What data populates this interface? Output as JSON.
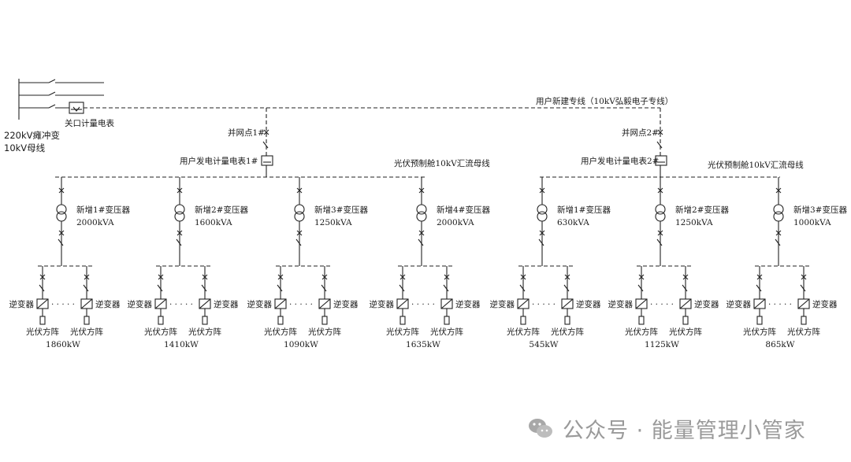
{
  "source_bus": {
    "line1": "220kV瘫冲变",
    "line2": "10kV母线"
  },
  "main_meter_label": "关口计量电表",
  "feeder_line_label": "用户新建专线（10kV弘毅电子专线）",
  "sections": [
    {
      "grid_point_label": "并网点1#",
      "meter_label": "用户发电计量电表1#",
      "busbar_label": "光伏预制舱10kV汇流母线",
      "transformers": [
        {
          "name": "新增1#变压器",
          "capacity": "2000kVA",
          "pv_capacity": "1860kW"
        },
        {
          "name": "新增2#变压器",
          "capacity": "1600kVA",
          "pv_capacity": "1410kW"
        },
        {
          "name": "新增3#变压器",
          "capacity": "1250kVA",
          "pv_capacity": "1090kW"
        },
        {
          "name": "新增4#变压器",
          "capacity": "2000kVA",
          "pv_capacity": "1635kW"
        }
      ]
    },
    {
      "grid_point_label": "并网点2#",
      "meter_label": "用户发电计量电表2#",
      "busbar_label": "光伏预制舱10kV汇流母线",
      "transformers": [
        {
          "name": "新增1#变压器",
          "capacity": "630kVA",
          "pv_capacity": "545kW"
        },
        {
          "name": "新增2#变压器",
          "capacity": "1250kVA",
          "pv_capacity": "1125kW"
        },
        {
          "name": "新增3#变压器",
          "capacity": "1000kVA",
          "pv_capacity": "865kW"
        }
      ]
    }
  ],
  "inverter_label": "逆变器",
  "pv_array_label": "光伏方阵",
  "ellipsis": "· · · · ·",
  "watermark": {
    "text": "公众号 · 能量管理小管家",
    "icon": "wechat-icon"
  }
}
